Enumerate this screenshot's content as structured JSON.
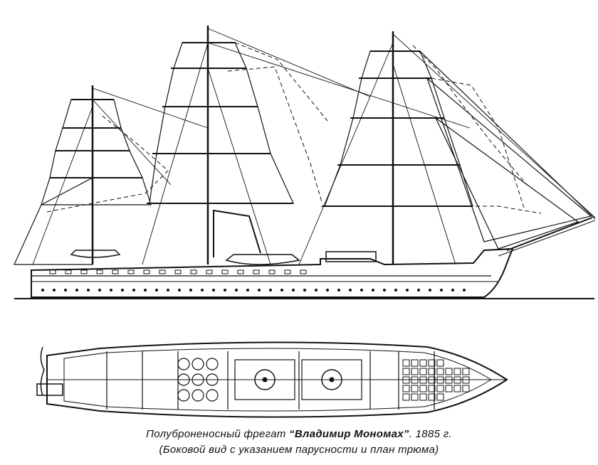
{
  "caption": {
    "line1_prefix": "Полуброненосный фрегат ",
    "line1_name": "“Владимир Мономах”",
    "line1_suffix": ". 1885 г.",
    "line2": "(Боковой вид с указанием парусности и план трюма)"
  },
  "views": [
    {
      "id": "side-view",
      "kind": "side elevation with sail plan",
      "masts": 3
    },
    {
      "id": "hold-plan",
      "kind": "hold plan (top view)"
    }
  ],
  "colors": {
    "ink": "#111111",
    "paper": "#ffffff"
  }
}
